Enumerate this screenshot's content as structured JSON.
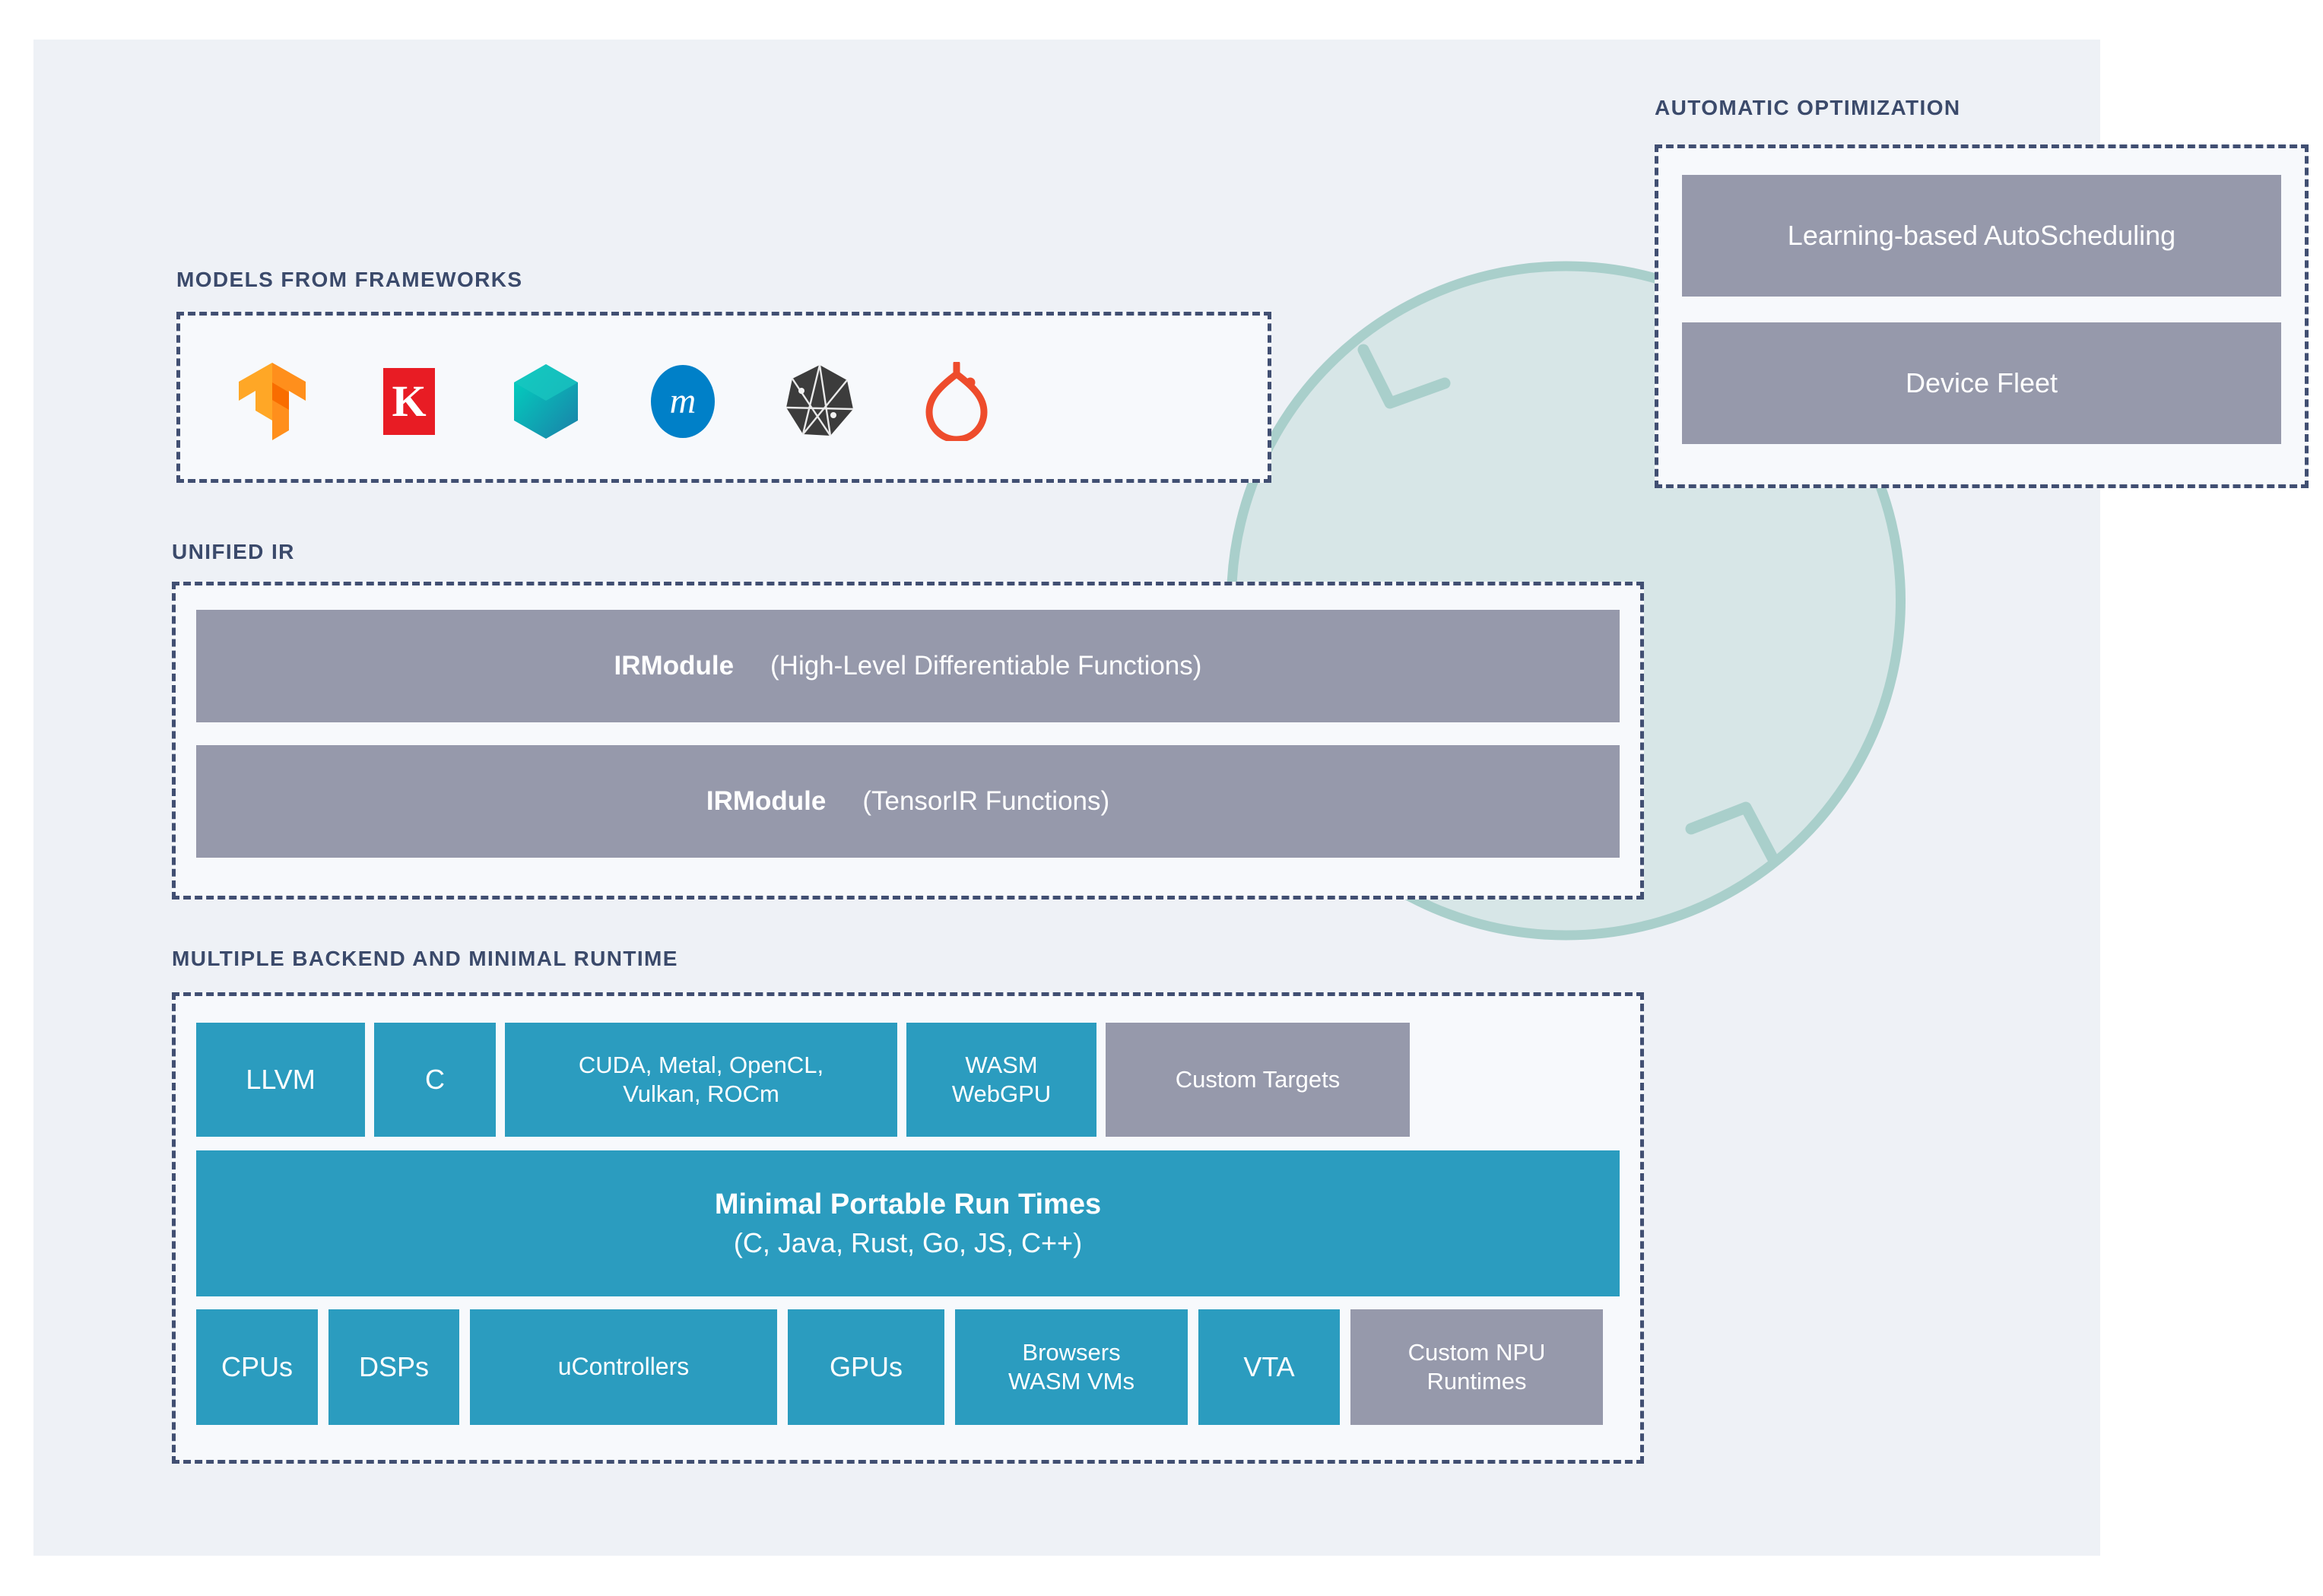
{
  "colors": {
    "page_bg": "#ffffff",
    "panel_bg": "#eef1f6",
    "dashed_border": "#414f72",
    "inner_bg": "#f7f9fc",
    "gray_bar": "#9699ab",
    "teal_bar": "#2b9cbf",
    "circle_fill": "#d7e6e7",
    "circle_stroke": "#a9cfcb",
    "label_text": "#3b4a6b",
    "keras_red": "#e81c24",
    "mxnet_blue": "#0080c8",
    "tensorflow_orange": "#ff8f1c",
    "pytorch_red": "#ee4c2c",
    "onnx_dark": "#3c3c3c",
    "tvm_teal": "#00bfae"
  },
  "sections": {
    "frameworks": {
      "label": "MODELS FROM FRAMEWORKS",
      "logos": [
        {
          "name": "tensorflow-logo",
          "glyph": ""
        },
        {
          "name": "keras-logo",
          "glyph": "K"
        },
        {
          "name": "tvm-logo",
          "glyph": ""
        },
        {
          "name": "mxnet-logo",
          "glyph": "m"
        },
        {
          "name": "onnx-logo",
          "glyph": ""
        },
        {
          "name": "pytorch-logo",
          "glyph": ""
        }
      ]
    },
    "unified_ir": {
      "label": "UNIFIED IR",
      "bars": [
        {
          "strong": "IRModule",
          "rest": "(High-Level Differentiable Functions)"
        },
        {
          "strong": "IRModule",
          "rest": "(TensorIR Functions)"
        }
      ]
    },
    "backend": {
      "label": "MULTIPLE BACKEND AND MINIMAL RUNTIME",
      "targets": [
        {
          "label": "LLVM",
          "style": "teal"
        },
        {
          "label": "C",
          "style": "teal"
        },
        {
          "label": "CUDA, Metal, OpenCL,\nVulkan, ROCm",
          "style": "teal"
        },
        {
          "label": "WASM\nWebGPU",
          "style": "teal"
        },
        {
          "label": "Custom Targets",
          "style": "gray"
        }
      ],
      "runtime": {
        "title": "Minimal Portable Run Times",
        "subtitle": "(C, Java, Rust, Go, JS, C++)"
      },
      "devices": [
        {
          "label": "CPUs",
          "style": "teal"
        },
        {
          "label": "DSPs",
          "style": "teal"
        },
        {
          "label": "uControllers",
          "style": "teal"
        },
        {
          "label": "GPUs",
          "style": "teal"
        },
        {
          "label": "Browsers\nWASM VMs",
          "style": "teal"
        },
        {
          "label": "VTA",
          "style": "teal"
        },
        {
          "label": "Custom NPU\nRuntimes",
          "style": "gray"
        }
      ]
    },
    "auto_opt": {
      "label": "AUTOMATIC OPTIMIZATION",
      "bars": [
        {
          "label": "Learning-based AutoScheduling"
        },
        {
          "label": "Device Fleet"
        }
      ]
    }
  }
}
